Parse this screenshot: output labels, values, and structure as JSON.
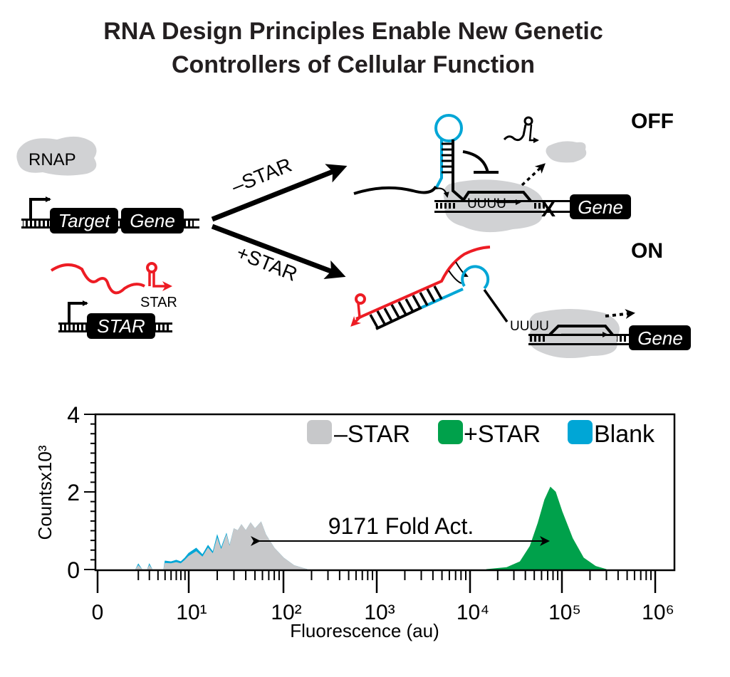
{
  "title": {
    "line1": "RNA Design Principles Enable New Genetic",
    "line2": "Controllers of Cellular Function"
  },
  "diagram": {
    "rnap_label": "RNAP",
    "target_gene": [
      "Target",
      "Gene"
    ],
    "minus_star_label": "–STAR",
    "plus_star_label": "+STAR",
    "star_rna_label": "STAR",
    "star_gene_label": "STAR",
    "off_label": "OFF",
    "on_label": "ON",
    "terminator_seq_off": "UUUU",
    "terminator_seq_on": "UUUU",
    "gene_off": "Gene",
    "gene_on": "Gene",
    "colors": {
      "star_rna": "#ed1c24",
      "target_loop": "#00a6d6",
      "rnap": "#d1d2d4"
    }
  },
  "chart_data": {
    "type": "area",
    "xlabel": "Fluorescence (au)",
    "ylabel": "Countsx10³",
    "x_scale": "biexponential",
    "xlim": [
      0,
      1000000
    ],
    "ylim": [
      0,
      4
    ],
    "x_ticks": [
      0,
      10,
      100,
      1000,
      10000,
      100000,
      1000000
    ],
    "x_tick_labels": [
      "0",
      "10¹",
      "10²",
      "10³",
      "10⁴",
      "10⁵",
      "10⁶"
    ],
    "y_ticks": [
      0,
      2,
      4
    ],
    "y_tick_labels": [
      "0",
      "2",
      "4"
    ],
    "grid": false,
    "legend_position": "top-right",
    "annotation": "9171 Fold Act.",
    "series": [
      {
        "name": "Blank",
        "color": "#00a6d6",
        "x": [
          1.8,
          2,
          2.3,
          2.8,
          3,
          3.3,
          4.8,
          5,
          6,
          7,
          8,
          9,
          10,
          12,
          14,
          16,
          18,
          20,
          22,
          25,
          27,
          30,
          33,
          36,
          40,
          45,
          50,
          58,
          65,
          80,
          100,
          130,
          180
        ],
        "y": [
          0,
          0.14,
          0,
          0,
          0.14,
          0,
          0,
          0.22,
          0.2,
          0.24,
          0.2,
          0.3,
          0.42,
          0.55,
          0.38,
          0.62,
          0.45,
          0.88,
          0.55,
          0.92,
          0.6,
          1.05,
          1.0,
          1.15,
          1.0,
          1.2,
          1.05,
          1.22,
          0.9,
          0.55,
          0.3,
          0.1,
          0
        ]
      },
      {
        "name": "–STAR",
        "color": "#c7c8ca",
        "x": [
          1.8,
          2,
          2.3,
          2.8,
          3,
          3.3,
          4.8,
          5,
          6,
          7,
          8,
          9,
          10,
          12,
          14,
          16,
          18,
          20,
          22,
          25,
          27,
          30,
          33,
          36,
          40,
          45,
          50,
          58,
          65,
          80,
          100,
          130,
          180
        ],
        "y": [
          0,
          0.1,
          0,
          0,
          0.1,
          0,
          0,
          0.16,
          0.15,
          0.18,
          0.15,
          0.24,
          0.34,
          0.46,
          0.32,
          0.55,
          0.4,
          0.8,
          0.5,
          0.88,
          0.58,
          1.05,
          1.0,
          1.15,
          1.0,
          1.2,
          1.05,
          1.22,
          0.9,
          0.55,
          0.3,
          0.1,
          0
        ]
      },
      {
        "name": "+STAR",
        "color": "#00a14b",
        "x": [
          15000,
          25000,
          35000,
          45000,
          55000,
          65000,
          75000,
          85000,
          100000,
          130000,
          170000,
          230000,
          300000
        ],
        "y": [
          0,
          0.05,
          0.2,
          0.6,
          1.2,
          1.8,
          2.12,
          2.0,
          1.5,
          0.8,
          0.3,
          0.08,
          0
        ]
      }
    ],
    "legend": [
      "–STAR",
      "+STAR",
      "Blank"
    ]
  }
}
